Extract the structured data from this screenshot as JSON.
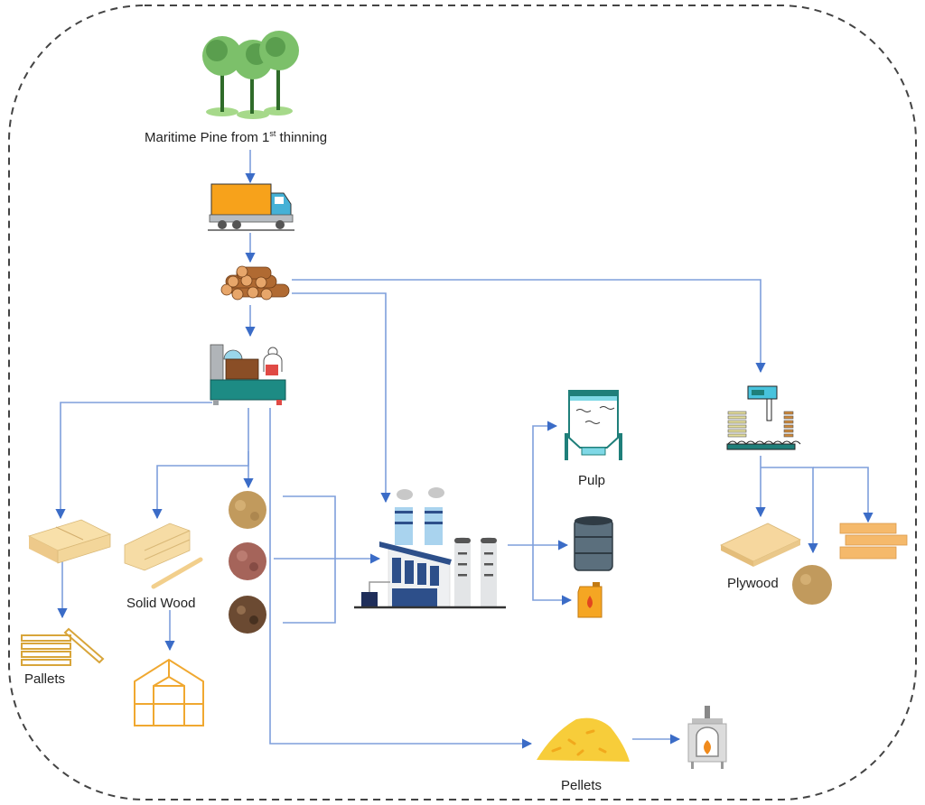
{
  "title": "Maritime pine first-thinning value chain",
  "colors": {
    "arrow": "#4a77c9",
    "frame": "#444444",
    "wood": "#f2d08e",
    "teal": "#1f7f7a",
    "factory_blue": "#2d4f8a"
  },
  "nodes": {
    "source": {
      "label_main": "Maritime Pine from 1",
      "label_sup": "st",
      "label_end": " thinning",
      "icon": "trees-icon"
    },
    "transport": {
      "icon": "truck-icon"
    },
    "logs": {
      "icon": "logs-icon"
    },
    "sawmill": {
      "icon": "sawmill-icon"
    },
    "timber": {
      "icon": "timber-stack-icon"
    },
    "solid_wood": {
      "label": "Solid Wood",
      "icon": "solid-wood-icon"
    },
    "pallets": {
      "label": "Pallets",
      "icon": "pallets-icon"
    },
    "greenhouse": {
      "icon": "greenhouse-frame-icon"
    },
    "residues": [
      {
        "icon": "sawdust-icon"
      },
      {
        "icon": "bark-icon"
      },
      {
        "icon": "wood-chips-icon"
      }
    ],
    "biorefinery": {
      "icon": "factory-icon"
    },
    "pulp": {
      "label": "Pulp",
      "icon": "pulp-tank-icon"
    },
    "oil_drum": {
      "icon": "oil-drum-icon"
    },
    "fuel": {
      "icon": "fuel-canister-icon"
    },
    "veneer_mill": {
      "icon": "veneer-mill-icon"
    },
    "plywood": {
      "label": "Plywood",
      "icon": "plywood-icon"
    },
    "veneer_residue": {
      "icon": "sawdust-icon"
    },
    "boards": {
      "icon": "wood-boards-icon"
    },
    "pellets": {
      "label": "Pellets",
      "icon": "pellets-pile-icon"
    },
    "stove": {
      "icon": "pellet-stove-icon"
    }
  }
}
